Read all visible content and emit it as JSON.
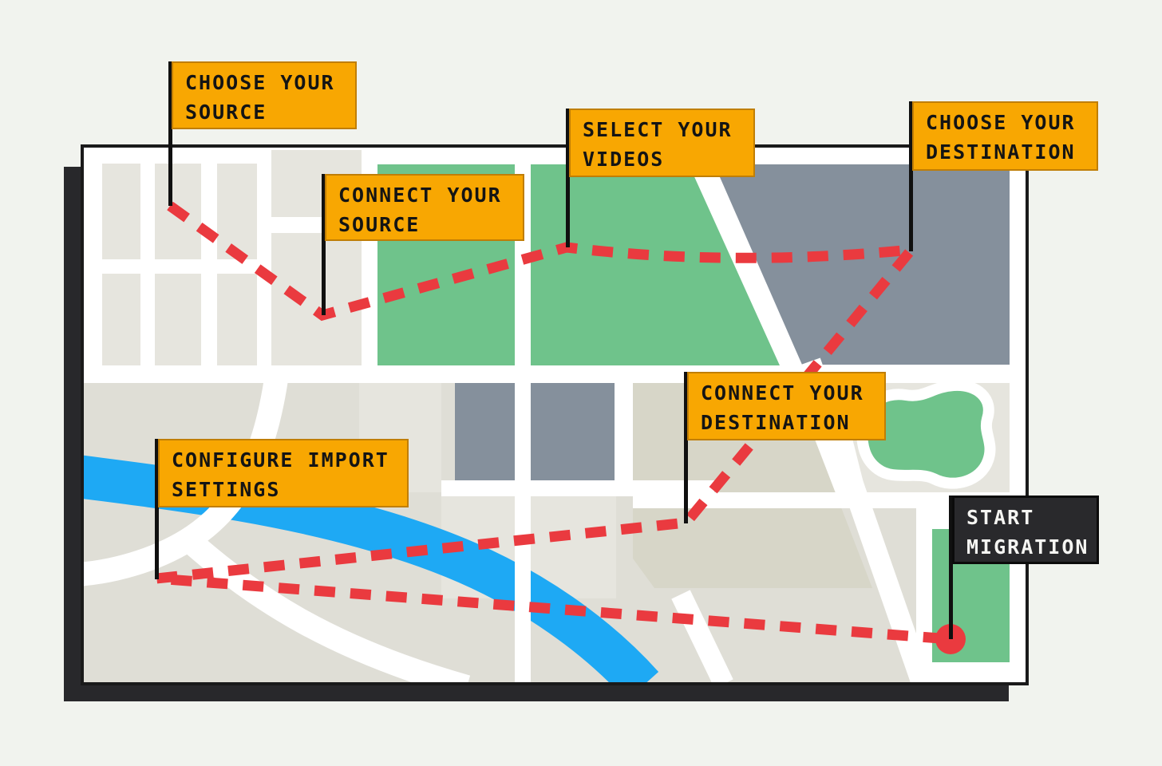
{
  "illustration": {
    "description": "Stylized city-map roadmap of video migration steps connected by a red dashed route ending at a red destination dot",
    "palette": {
      "page_bg": "#f1f3ee",
      "map_bg": "#ffffff",
      "map_border": "#1a1a1a",
      "map_shadow": "#28282b",
      "block_light": "#e6e5de",
      "block_ground": "#dfded6",
      "block_beige": "#d7d6c8",
      "park_green": "#6fc38b",
      "block_slate": "#85909c",
      "river_blue": "#1ea9f4",
      "route_red": "#ea3a3f",
      "flag_yellow": "#f8a702",
      "flag_yellow_border": "#c07e06",
      "flag_dark_bg": "#29292c",
      "flag_text_dark": "#141414",
      "flag_text_light": "#f5f5f2",
      "pole_black": "#101010"
    }
  },
  "flags": [
    {
      "id": "choose-source",
      "label": "CHOOSE YOUR SOURCE",
      "variant": "yellow"
    },
    {
      "id": "connect-source",
      "label": "CONNECT YOUR SOURCE",
      "variant": "yellow"
    },
    {
      "id": "select-videos",
      "label": "SELECT YOUR VIDEOS",
      "variant": "yellow"
    },
    {
      "id": "choose-destination",
      "label": "CHOOSE YOUR DESTINATION",
      "variant": "yellow"
    },
    {
      "id": "connect-destination",
      "label": "CONNECT YOUR DESTINATION",
      "variant": "yellow"
    },
    {
      "id": "configure-import",
      "label": "CONFIGURE IMPORT SETTINGS",
      "variant": "yellow"
    },
    {
      "id": "start-migration",
      "label": "START MIGRATION",
      "variant": "dark"
    }
  ]
}
